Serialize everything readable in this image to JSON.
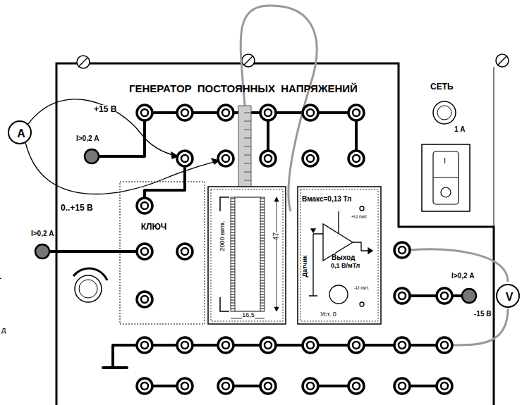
{
  "diagram": {
    "title": "ГЕНЕРАТОР ПОСТОЯННЫХ НАПРЯЖЕНИЙ",
    "nodes": [
      {
        "text": [
          "A"
        ]
      },
      {
        "text": [
          "КЛЮЧ"
        ]
      },
      {
        "text": [
          "2000 витк.",
          "47",
          "16,5"
        ]
      },
      {
        "text": [
          "Bмакс=0,13 Тл",
          "+U пит.",
          "Выход",
          "0,1 В/мТл",
          "Датчик",
          "-U пит.",
          "Уст. 0"
        ]
      },
      {
        "text": [
          "V"
        ]
      }
    ],
    "labels": [
      "+15 В",
      "I>0,2 А",
      "0..+15 В",
      "I>0,2 А",
      "I>0,2 А",
      "-15 В",
      "СЕТЬ",
      "1 А",
      "I",
      "д"
    ]
  }
}
